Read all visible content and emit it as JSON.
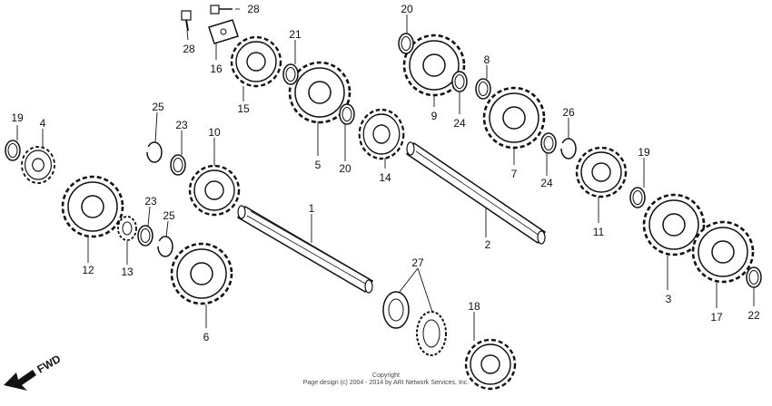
{
  "diagram": {
    "callouts": [
      "1",
      "2",
      "3",
      "4",
      "5",
      "6",
      "7",
      "8",
      "9",
      "10",
      "11",
      "12",
      "13",
      "14",
      "15",
      "16",
      "17",
      "18",
      "19",
      "19",
      "20",
      "20",
      "21",
      "22",
      "23",
      "23",
      "24",
      "24",
      "25",
      "25",
      "26",
      "27",
      "28",
      "28"
    ],
    "direction_label": "FWD"
  },
  "footer": {
    "line1": "Copyright",
    "line2": "Page design (c) 2004 - 2014 by ARI Network Services, Inc."
  }
}
